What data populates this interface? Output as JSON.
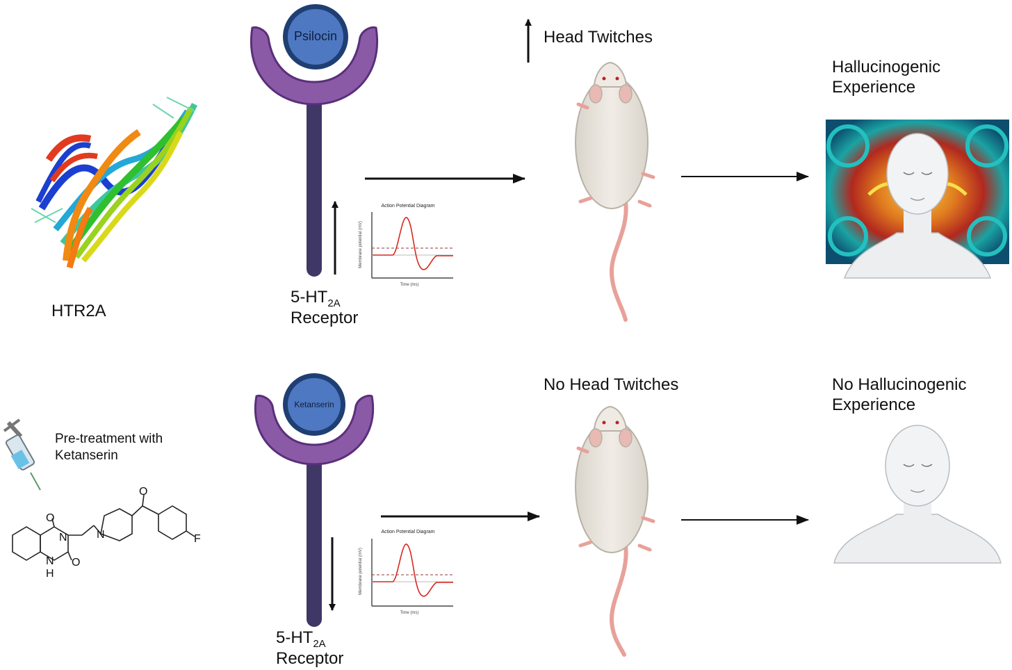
{
  "top_row": {
    "protein_label": "HTR2A",
    "ligand": "Psilocin",
    "receptor": {
      "base": "5-HT",
      "subscript": "2A",
      "line2": "Receptor"
    },
    "ap_chart": {
      "title": "Action Potential Diagram",
      "ylabel": "Membrane potential (mV)",
      "xlabel": "Time (ms)"
    },
    "signal_direction": "up",
    "mouse_label": "Head Twitches",
    "outcome_line1": "Hallucinogenic",
    "outcome_line2": "Experience"
  },
  "bottom_row": {
    "pretreatment_line1": "Pre-treatment with",
    "pretreatment_line2": "Ketanserin",
    "molecule_atoms": {
      "o1": "O",
      "o2": "O",
      "o3": "O",
      "n1": "N",
      "n2": "N",
      "nh": "H",
      "n3": "N",
      "f": "F"
    },
    "ligand": "Ketanserin",
    "receptor": {
      "base": "5-HT",
      "subscript": "2A",
      "line2": "Receptor"
    },
    "ap_chart": {
      "title": "Action Potential Diagram",
      "ylabel": "Membrane potential (mV)",
      "xlabel": "Time (ms)"
    },
    "signal_direction": "down",
    "mouse_label": "No Head Twitches",
    "outcome_line1": "No Hallucinogenic",
    "outcome_line2": "Experience"
  },
  "colors": {
    "receptor_purple": "#8b5aa6",
    "receptor_stem": "#3f3766",
    "ligand_blue": "#4f78c2",
    "ligand_ring": "#1f3f73",
    "ap_trace": "#d7281f",
    "arrow": "#111111"
  }
}
